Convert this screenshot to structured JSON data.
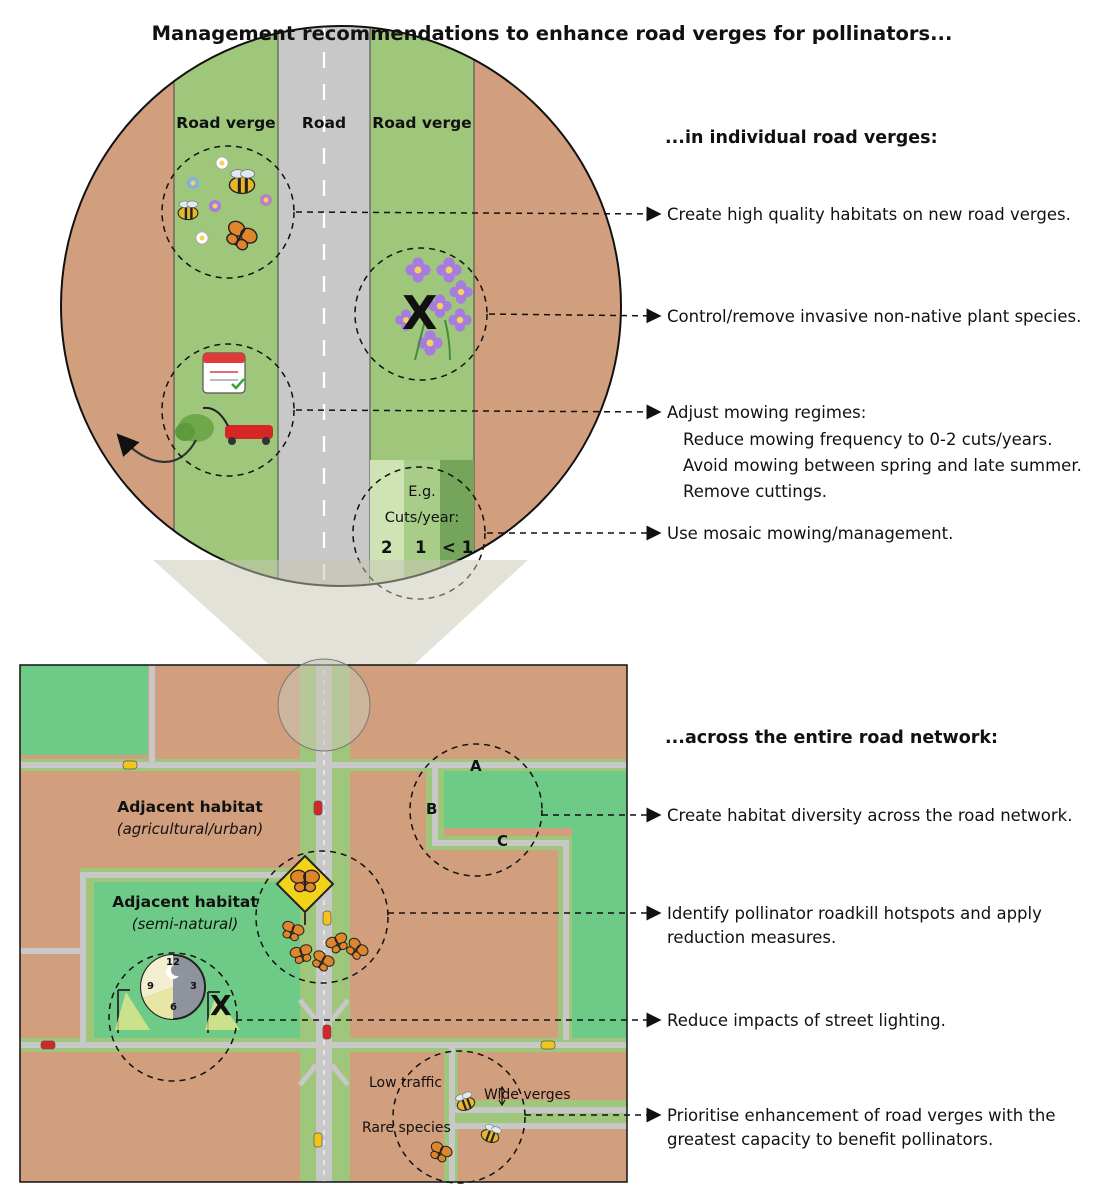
{
  "title": "Management recommendations to enhance road verges for pollinators...",
  "individual": {
    "heading": "...in individual road verges:",
    "labels": {
      "verge_left": "Road verge",
      "road": "Road",
      "verge_right": "Road verge"
    },
    "recommendations": [
      "Create high quality habitats on new road verges.",
      "Control/remove invasive non-native plant species.",
      "Adjust mowing regimes:",
      "Use mosaic mowing/management."
    ],
    "mowing_details": [
      "Reduce mowing frequency to 0-2 cuts/years.",
      "Avoid mowing between spring and late summer.",
      "Remove cuttings."
    ],
    "mosaic": {
      "eg": "E.g.",
      "cuts_label": "Cuts/year:",
      "values": [
        "2",
        "1",
        "< 1"
      ]
    },
    "remove_mark": "X"
  },
  "network": {
    "heading": "...across the entire road network:",
    "recommendations": [
      "Create habitat diversity across the road network.",
      "Identify pollinator roadkill hotspots and apply",
      "reduction measures.",
      "Reduce impacts of street lighting.",
      "Prioritise enhancement of road verges with the",
      "greatest capacity to benefit pollinators."
    ],
    "adjacent_agri": {
      "title": "Adjacent habitat",
      "subtitle": "(agricultural/urban)"
    },
    "adjacent_semi": {
      "title": "Adjacent habitat",
      "subtitle": "(semi-natural)"
    },
    "letters": [
      "A",
      "B",
      "C"
    ],
    "clock_numbers": [
      "12",
      "3",
      "6",
      "9"
    ],
    "light_mark": "X",
    "priority_labels": {
      "low_traffic": "Low traffic",
      "wide_verges": "Wide verges",
      "rare_species": "Rare species"
    }
  },
  "colors": {
    "land": "#d29f7e",
    "verge": "#9fc77b",
    "natural": "#6ecb87",
    "road": "#c8c8c8",
    "butterfly": "#e0862a",
    "flower": "#a77be0",
    "sign": "#f3d21a"
  }
}
